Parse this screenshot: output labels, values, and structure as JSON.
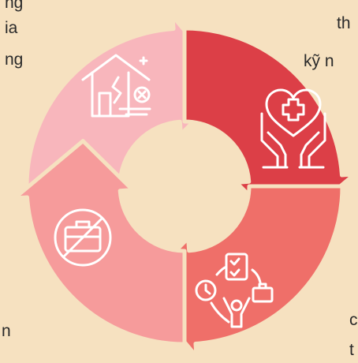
{
  "text_fragments": {
    "top_left": [
      "ng",
      "ia",
      "ng"
    ],
    "top_right": [
      "th",
      "kỹ n"
    ],
    "bottom_left": [
      "n"
    ],
    "bottom_right": [
      "c",
      "t"
    ]
  },
  "colors": {
    "background": "#f6e1c0",
    "segment_top_left": "#f8b6bc",
    "segment_top_right": "#dc3f47",
    "segment_bottom_right": "#ef6f69",
    "segment_bottom_left": "#f69b9b",
    "icon_stroke": "#ffffff"
  },
  "icons": {
    "top_left": "damaged-house-icon",
    "top_right": "heart-care-hands-icon",
    "bottom_right": "time-management-person-icon",
    "bottom_left": "no-briefcase-icon"
  }
}
